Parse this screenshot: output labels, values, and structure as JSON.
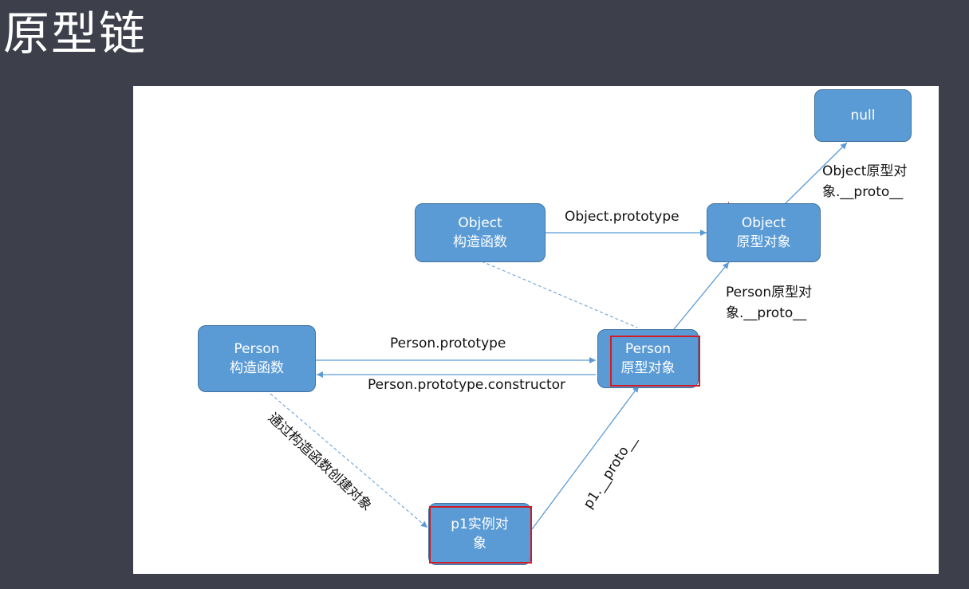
{
  "slide": {
    "title": "原型链"
  },
  "nodes": {
    "null_obj": {
      "lines": [
        "null"
      ]
    },
    "object_ctor": {
      "lines": [
        "Object",
        "构造函数"
      ]
    },
    "object_proto": {
      "lines": [
        "Object",
        "原型对象"
      ]
    },
    "person_ctor": {
      "lines": [
        "Person",
        "构造函数"
      ]
    },
    "person_proto": {
      "lines": [
        "Person",
        "原型对象"
      ]
    },
    "p1": {
      "lines": [
        "p1实例对",
        "象"
      ]
    }
  },
  "edges": {
    "object_prototype": "Object.prototype",
    "object_proto_line1": "Object原型对",
    "object_proto_line2": "象.__proto__",
    "person_proto_line1": "Person原型对",
    "person_proto_line2": "象.__proto__",
    "person_prototype": "Person.prototype",
    "person_prototype_constructor": "Person.prototype.constructor",
    "via_constructor": "通过构造函数创建对象",
    "p1_proto": "p1.__proto__"
  },
  "colors": {
    "node_fill": "#5b9bd5",
    "node_border": "#41719c",
    "arrow": "#5b9bd5",
    "highlight": "#d01c24"
  }
}
